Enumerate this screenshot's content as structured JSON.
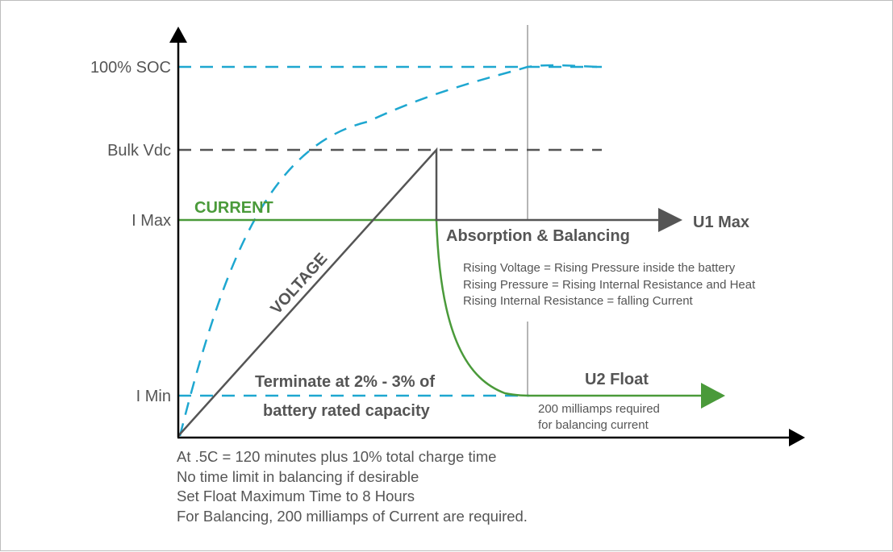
{
  "y_labels": {
    "soc": "100% SOC",
    "bulk": "Bulk Vdc",
    "imax": "I Max",
    "imin": "I Min"
  },
  "curves": {
    "current": "CURRENT",
    "voltage": "VOLTAGE"
  },
  "stages": {
    "absorption": "Absorption & Balancing",
    "u1": "U1 Max",
    "u2": "U2 Float"
  },
  "explanation": [
    "Rising Voltage = Rising Pressure inside the battery",
    "Rising Pressure = Rising Internal Resistance and Heat",
    "Rising Internal Resistance = falling Current"
  ],
  "terminate": [
    "Terminate at 2% - 3% of",
    "battery rated capacity"
  ],
  "float_note": [
    "200 milliamps required",
    "for balancing current"
  ],
  "notes": [
    "At .5C = 120 minutes plus 10% total charge time",
    "No time limit in balancing if desirable",
    "Set Float Maximum Time to 8 Hours",
    "For Balancing, 200 milliamps of Current are required."
  ],
  "colors": {
    "soc_dash": "#1ea7d0",
    "current_line": "#4a9a3a",
    "voltage_line": "#555555",
    "axis": "#000000",
    "divider": "#b5b5b5"
  }
}
